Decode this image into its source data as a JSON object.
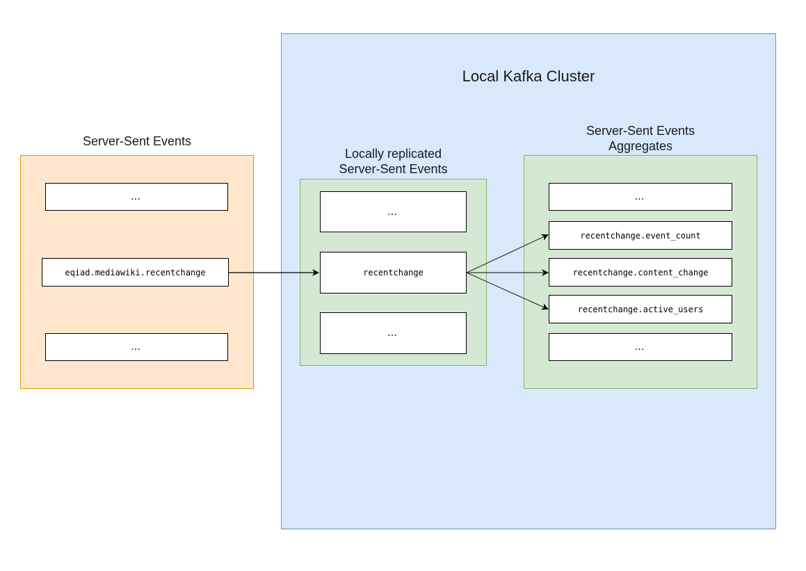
{
  "cluster": {
    "title": "Local Kafka Cluster"
  },
  "sse": {
    "title": "Server-Sent Events",
    "items": [
      "…",
      "eqiad.mediawiki.recentchange",
      "…"
    ]
  },
  "replicated": {
    "title_line1": "Locally replicated",
    "title_line2": "Server-Sent Events",
    "items": [
      "…",
      "recentchange",
      "…"
    ]
  },
  "aggregates": {
    "title_line1": "Server-Sent Events",
    "title_line2": "Aggregates",
    "items": [
      "…",
      "recentchange.event_count",
      "recentchange.content_change",
      "recentchange.active_users",
      "…"
    ]
  },
  "colors": {
    "cluster_fill": "#dae8fc",
    "cluster_border": "#6c8ebf",
    "sse_fill": "#ffe6cc",
    "sse_border": "#d79b00",
    "topic_group_fill": "#d5e8d4",
    "topic_group_border": "#82b366",
    "arrow": "#000000"
  }
}
